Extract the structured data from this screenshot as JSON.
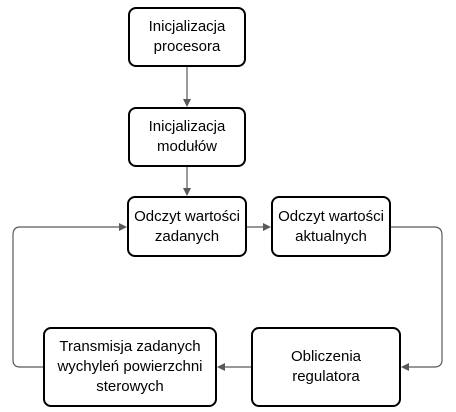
{
  "nodes": {
    "init_processor": {
      "line1": "Inicjalizacja",
      "line2": "procesora"
    },
    "init_modules": {
      "line1": "Inicjalizacja",
      "line2": "modułów"
    },
    "read_setpoints": {
      "line1": "Odczyt wartości",
      "line2": "zadanych"
    },
    "read_actuals": {
      "line1": "Odczyt wartości",
      "line2": "aktualnych"
    },
    "regulator_calc": {
      "line1": "Obliczenia",
      "line2": "regulatora"
    },
    "transmit": {
      "line1": "Transmisja zadanych",
      "line2": "wychyleń powierzchni",
      "line3": "sterowych"
    }
  },
  "colors": {
    "box_border": "#000000",
    "arrow": "#595959"
  }
}
